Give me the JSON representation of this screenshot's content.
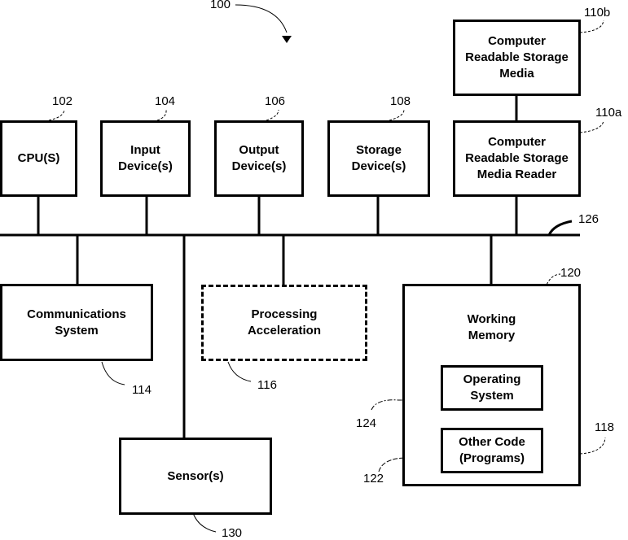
{
  "figure_ref": "100",
  "bus_ref": "126",
  "boxes": {
    "cpu": {
      "label": "CPU(S)",
      "ref": "102"
    },
    "input": {
      "label": "Input\nDevice(s)",
      "ref": "104"
    },
    "output": {
      "label": "Output\nDevice(s)",
      "ref": "106"
    },
    "storage": {
      "label": "Storage\nDevice(s)",
      "ref": "108"
    },
    "crsm_reader": {
      "label": "Computer\nReadable Storage\nMedia Reader",
      "ref": "110a"
    },
    "crsm": {
      "label": "Computer\nReadable Storage\nMedia",
      "ref": "110b"
    },
    "comms": {
      "label": "Communications\nSystem",
      "ref": "114"
    },
    "accel": {
      "label": "Processing\nAcceleration",
      "ref": "116"
    },
    "working_memory": {
      "label": "Working\nMemory",
      "ref": "120",
      "container_ref": "118"
    },
    "os": {
      "label": "Operating\nSystem",
      "ref": "124"
    },
    "other_code": {
      "label": "Other Code\n(Programs)",
      "ref": "122"
    },
    "sensors": {
      "label": "Sensor(s)",
      "ref": "130"
    }
  }
}
